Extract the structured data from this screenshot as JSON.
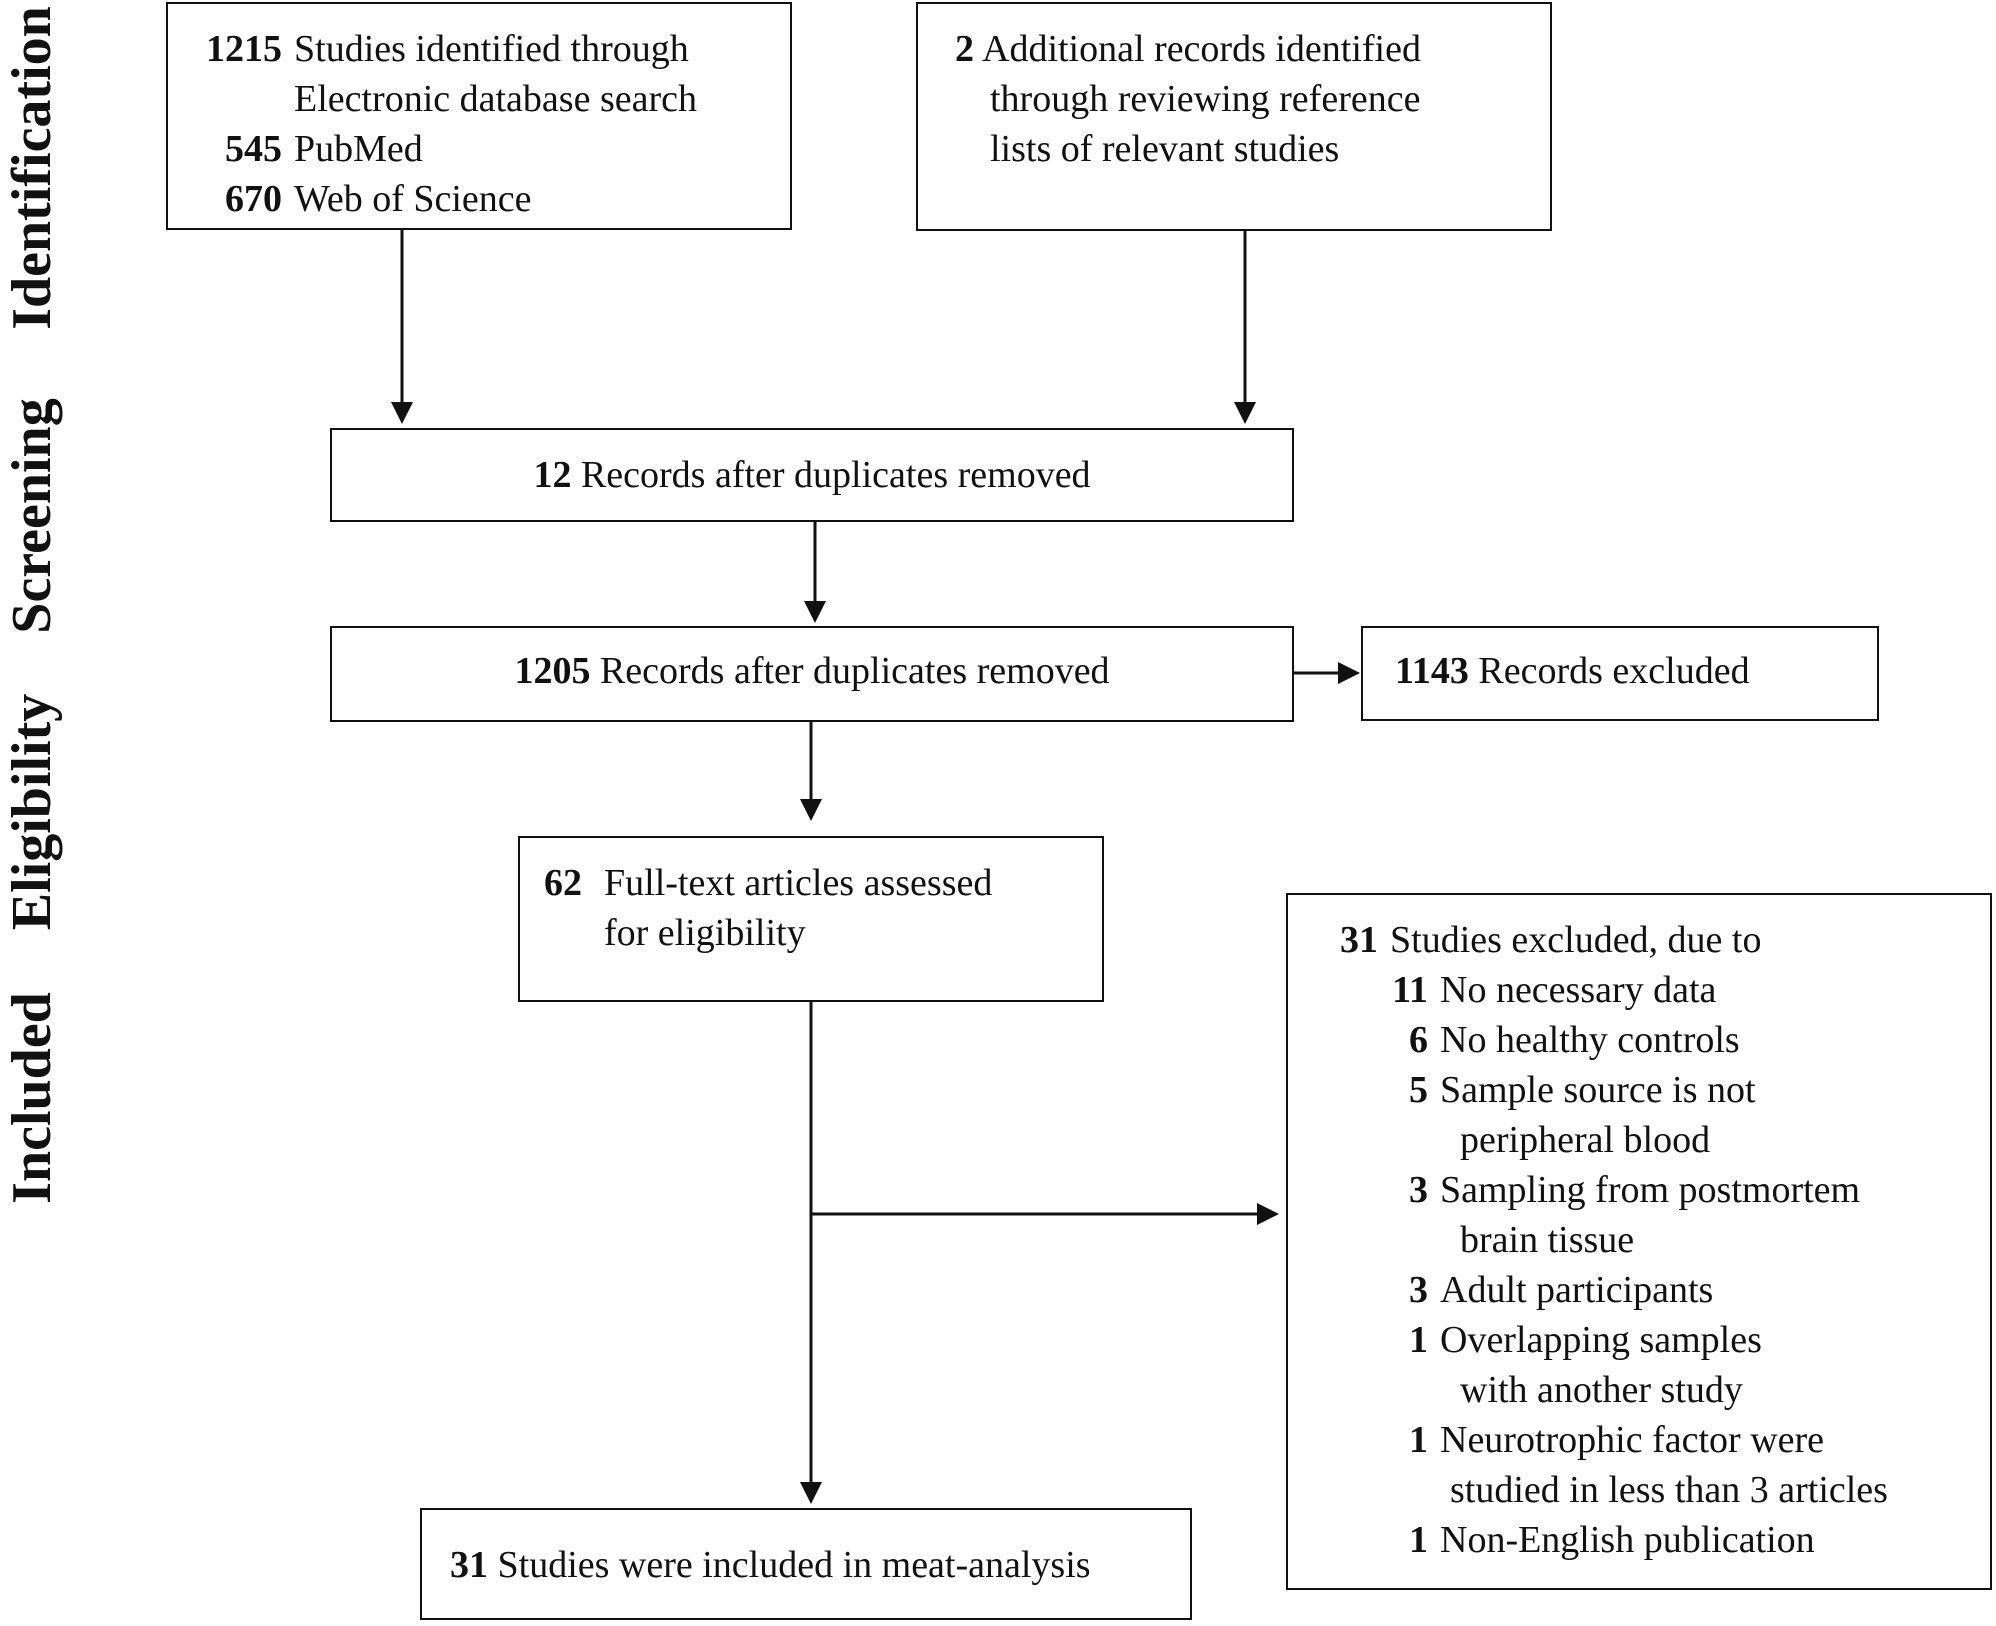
{
  "stages": [
    "Identification",
    "Screening",
    "Eligibility",
    "Included"
  ],
  "identified_box": {
    "rows": [
      {
        "num": "1215",
        "text": "Studies identified through"
      },
      {
        "num": "",
        "text": "Electronic database search"
      },
      {
        "num": "545",
        "text": "PubMed"
      },
      {
        "num": "670",
        "text": "Web of Science"
      }
    ]
  },
  "additional_box": {
    "rows": [
      {
        "num": "2",
        "text": "Additional records identified"
      },
      {
        "num": "",
        "text": "through reviewing reference"
      },
      {
        "num": "",
        "text": "lists of relevant studies"
      }
    ]
  },
  "duplicates_box": {
    "num": "12",
    "text": "Records after duplicates removed"
  },
  "screened_box": {
    "num": "1205",
    "text": "Records after duplicates removed"
  },
  "excluded_box": {
    "num": "1143",
    "text": "Records excluded"
  },
  "fulltext_box": {
    "rows": [
      {
        "num": "62",
        "text": "Full-text articles assessed"
      },
      {
        "num": "",
        "text": "for eligibility"
      }
    ]
  },
  "studies_excluded_box": {
    "rows": [
      {
        "num": "31",
        "text": "Studies excluded, due to"
      },
      {
        "num": "11",
        "text": "No necessary data"
      },
      {
        "num": "6",
        "text": "No healthy controls"
      },
      {
        "num": "5",
        "text": "Sample source is not"
      },
      {
        "num": "",
        "text": "peripheral blood"
      },
      {
        "num": "3",
        "text": "Sampling from postmortem"
      },
      {
        "num": "",
        "text": "brain tissue"
      },
      {
        "num": "3",
        "text": "Adult participants"
      },
      {
        "num": "1",
        "text": "Overlapping samples"
      },
      {
        "num": "",
        "text": "with another study"
      },
      {
        "num": "1",
        "text": "Neurotrophic factor were"
      },
      {
        "num": "",
        "text": "studied in less than 3 articles"
      },
      {
        "num": "1",
        "text": "Non-English publication"
      }
    ]
  },
  "included_box": {
    "num": "31",
    "text": "Studies were included in meat-analysis"
  }
}
